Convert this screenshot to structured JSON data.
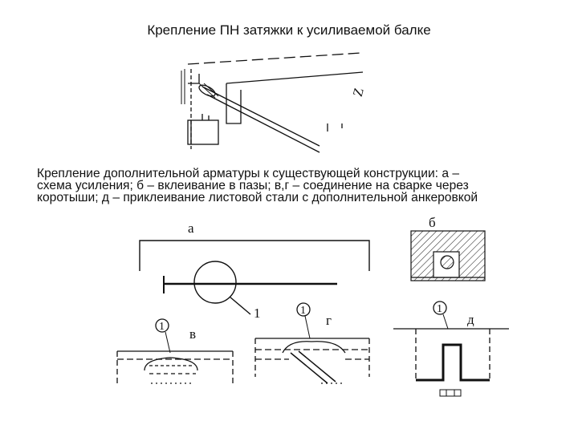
{
  "title": "Крепление ПН затяжки к усиливаемой балке",
  "caption": {
    "line1": "Крепление дополнительной арматуры к существующей конструкции: а –",
    "line2": "схема усиления; б – вклеивание в пазы; в,г – соединение на сварке через",
    "line3": "коротыши; д – приклеивание листовой стали с дополнительной анкеровкой"
  },
  "top_sketch": {
    "marker": "Z"
  },
  "detail_a": {
    "label": "а",
    "callout": "1"
  },
  "detail_b": {
    "label": "б"
  },
  "detail_v": {
    "label": "в",
    "callout": "1"
  },
  "detail_g": {
    "label": "г",
    "callout": "1"
  },
  "detail_d": {
    "label": "д",
    "callout": "1"
  }
}
